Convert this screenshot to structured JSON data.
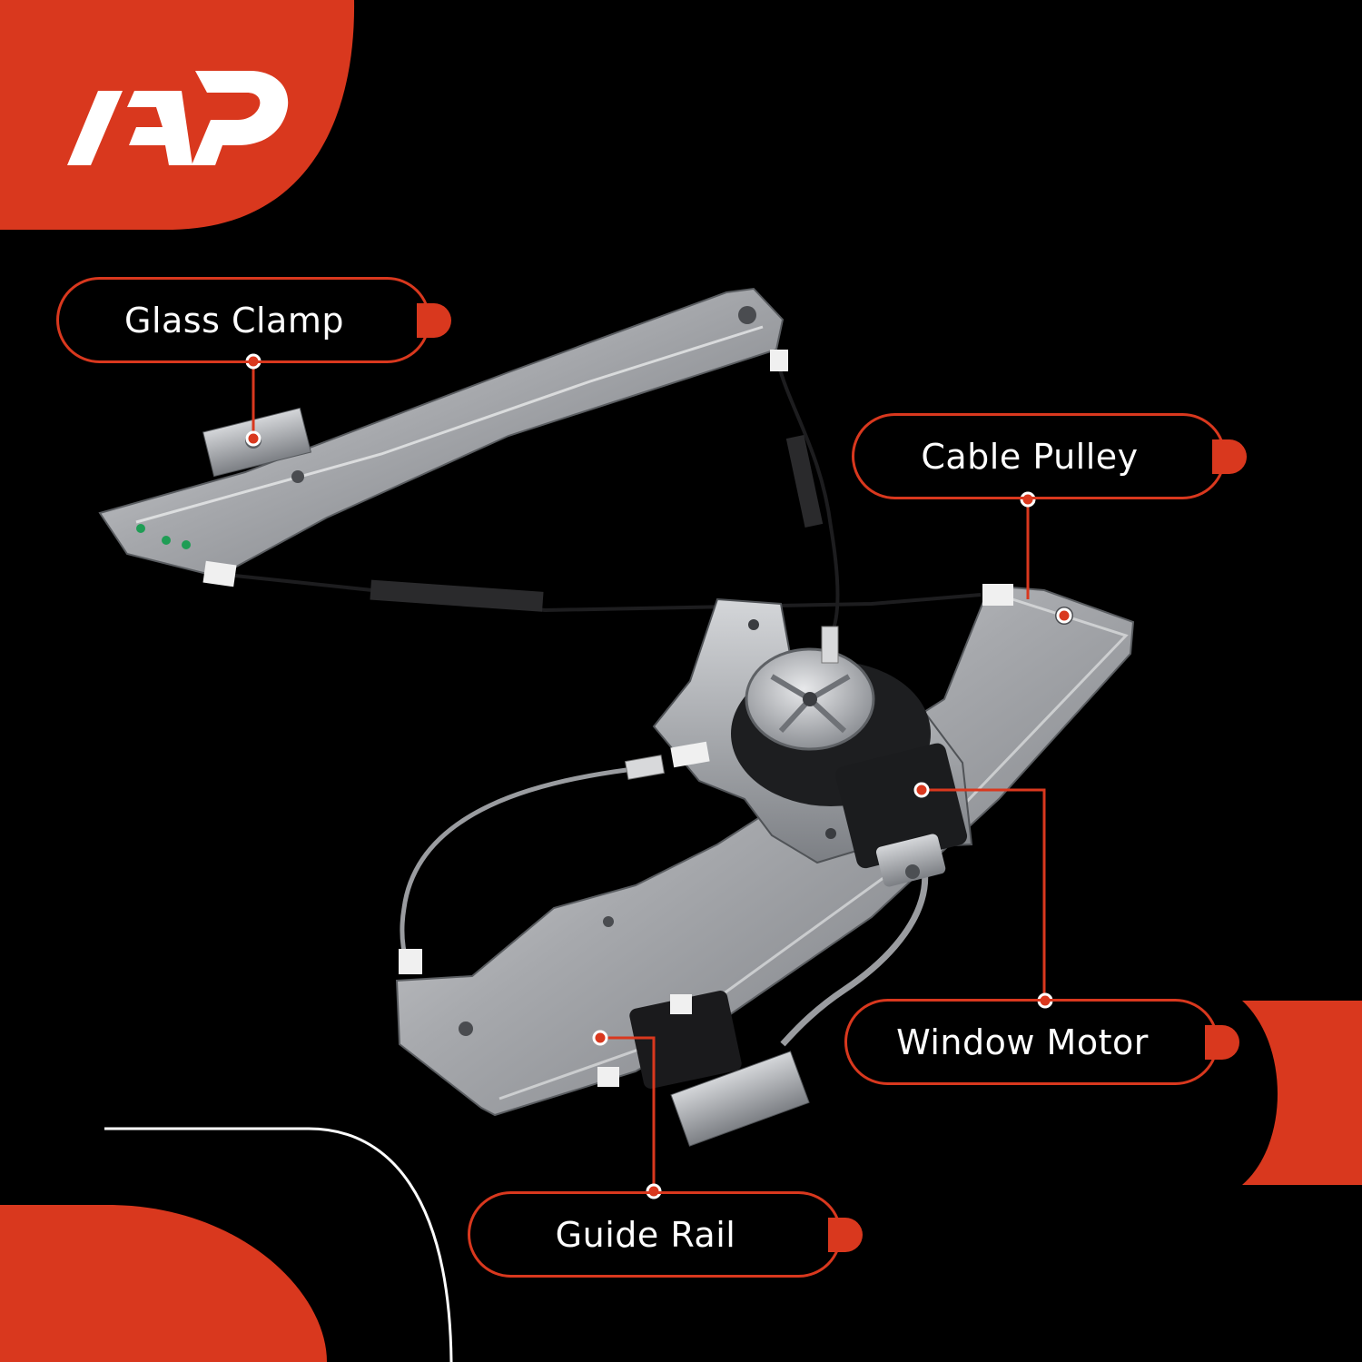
{
  "brand": {
    "logo_text": "A-P",
    "accent_color": "#d9381e",
    "background_color": "#000000"
  },
  "callouts": {
    "glass_clamp": "Glass Clamp",
    "cable_pulley": "Cable Pulley",
    "window_motor": "Window Motor",
    "guide_rail": "Guide Rail"
  },
  "product": {
    "icon": "window-regulator-icon"
  }
}
